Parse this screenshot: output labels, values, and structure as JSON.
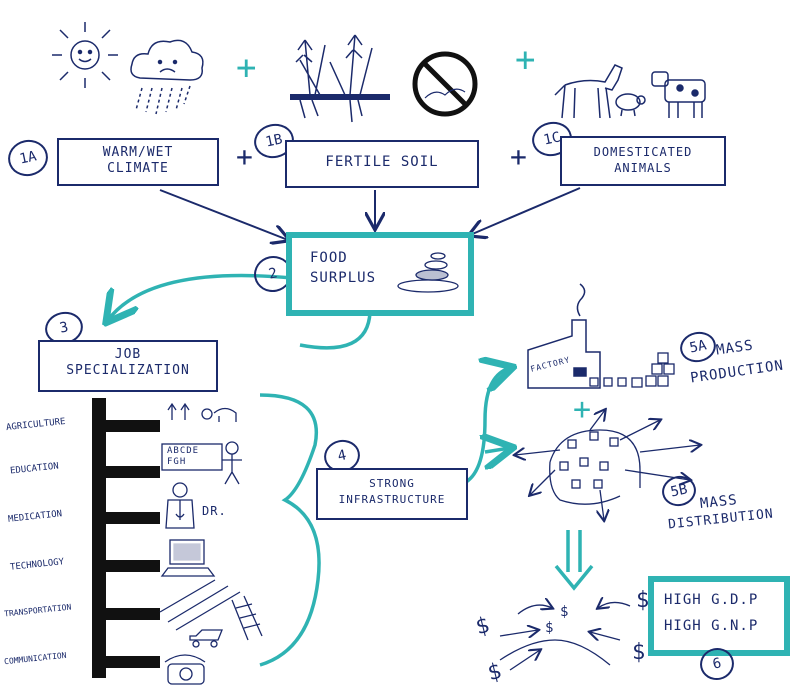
{
  "nodes": {
    "climate": {
      "num": "1A",
      "label_line1": "WARM/WET",
      "label_line2": "CLIMATE"
    },
    "soil": {
      "num": "1B",
      "label": "FERTILE SOIL"
    },
    "animals": {
      "num": "1C",
      "label_line1": "DOMESTICATED",
      "label_line2": "ANIMALS"
    },
    "surplus": {
      "num": "2",
      "label_line1": "FOOD",
      "label_line2": "SURPLUS"
    },
    "jobs": {
      "num": "3",
      "label_line1": "JOB",
      "label_line2": "SPECIALIZATION"
    },
    "infra": {
      "num": "4",
      "label_line1": "STRONG",
      "label_line2": "INFRASTRUCTURE"
    },
    "production": {
      "num": "5A",
      "label_line1": "MASS",
      "label_line2": "PRODUCTION"
    },
    "distribution": {
      "num": "5B",
      "label_line1": "MASS",
      "label_line2": "DISTRIBUTION"
    },
    "gdp": {
      "num": "6",
      "label_line1": "HIGH G.D.P",
      "label_line2": "HIGH G.N.P"
    }
  },
  "operators": [
    "+",
    "+",
    "+",
    "+",
    "+"
  ],
  "job_categories": [
    "AGRICULTURE",
    "EDUCATION",
    "MEDICATION",
    "TECHNOLOGY",
    "TRANSPORTATION",
    "COMMUNICATION"
  ],
  "sketch_text": {
    "factory": "FACTORY",
    "abc": "ABCDE",
    "fgh": "FGH",
    "dr": "DR.",
    "dollar": "$"
  },
  "colors": {
    "ink": "#1b2a6b",
    "teal": "#2fb3b3",
    "background": "#ffffff"
  }
}
